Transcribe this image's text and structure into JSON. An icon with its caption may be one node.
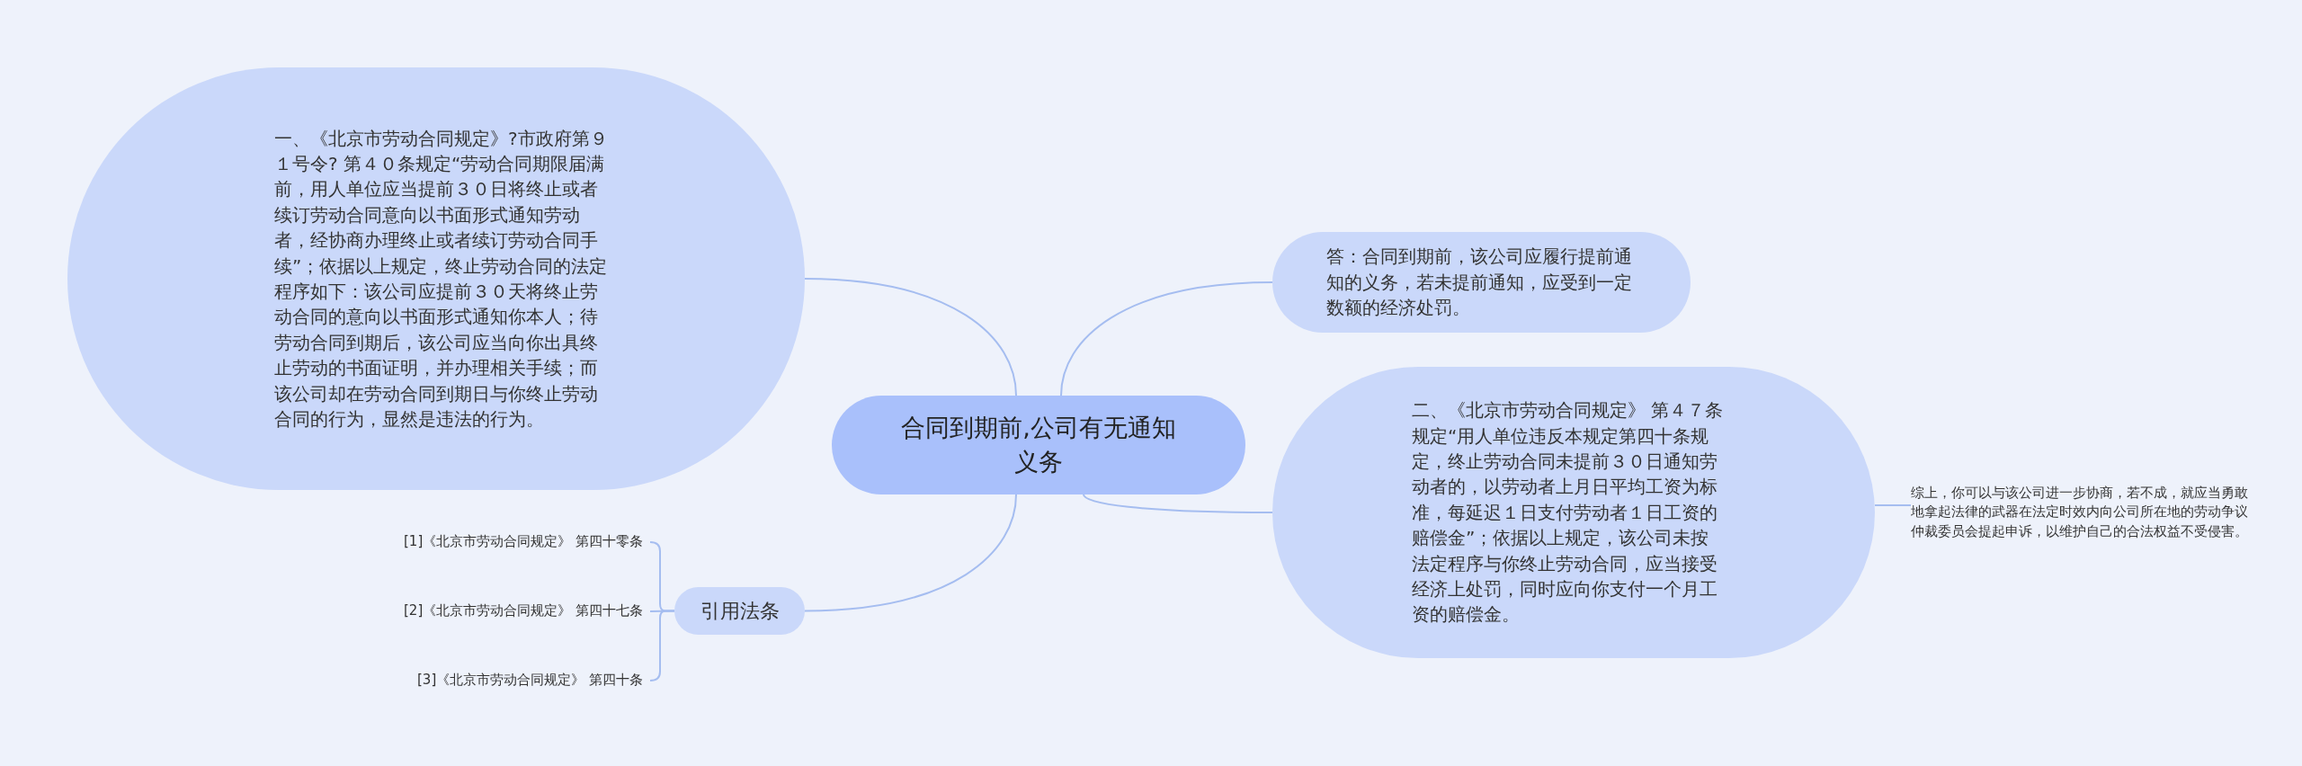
{
  "diagram": {
    "nodes": [
      {
        "text": [
          "合同到期前,公司有无通知义务"
        ]
      },
      {
        "text": [
          "一、《北京市劳动合同规定》?市政府第９１号令? 第４０条规定“劳动合同期限届满前，用人单位应当提前３０日将终止或者续订劳动合同意向以书面形式通知劳动者，经协商办理终止或者续订劳动合同手续”；依据以上规定，终止劳动合同的法定程序如下：该公司应提前３０天将终止劳动合同的意向以书面形式通知你本人；待劳动合同到期后，该公司应当向你出具终止劳动的书面证明，并办理相关手续；而该公司却在劳动合同到期日与你终止劳动合同的行为，显然是违法的行为。"
        ]
      },
      {
        "text": [
          "答：合同到期前，该公司应履行提前通知的义务，若未提前通知，应受到一定数额的经济处罚。"
        ]
      },
      {
        "text": [
          "二、《北京市劳动合同规定》 第４７条规定“用人单位违反本规定第四十条规定，终止劳动合同未提前３０日通知劳动者的，以劳动者上月日平均工资为标准，每延迟１日支付劳动者１日工资的赔偿金”；依据以上规定，该公司未按法定程序与你终止劳动合同，应当接受经济上处罚，同时应向你支付一个月工资的赔偿金。"
        ]
      },
      {
        "text": [
          "综上，你可以与该公司进一步协商，若不成，就应当勇敢地拿起法律的武器在法定时效内向公司所在地的劳动争议仲裁委员会提起申诉，以维护自己的合法权益不受侵害。"
        ]
      },
      {
        "text": [
          "引用法条"
        ]
      },
      {
        "text": [
          "[1]《北京市劳动合同规定》 第四十零条"
        ]
      },
      {
        "text": [
          "[2]《北京市劳动合同规定》 第四十七条"
        ]
      },
      {
        "text": [
          "[3]《北京市劳动合同规定》 第四十条"
        ]
      }
    ],
    "edges": [
      {
        "from": 0,
        "to": 1,
        "arrow": "none"
      },
      {
        "from": 0,
        "to": 2,
        "arrow": "none"
      },
      {
        "from": 0,
        "to": 3,
        "arrow": "none"
      },
      {
        "from": 3,
        "to": 4,
        "arrow": "none"
      },
      {
        "from": 0,
        "to": 5,
        "arrow": "none"
      },
      {
        "from": 5,
        "to": 6,
        "arrow": "none"
      },
      {
        "from": 5,
        "to": 7,
        "arrow": "none"
      },
      {
        "from": 5,
        "to": 8,
        "arrow": "none"
      }
    ]
  }
}
